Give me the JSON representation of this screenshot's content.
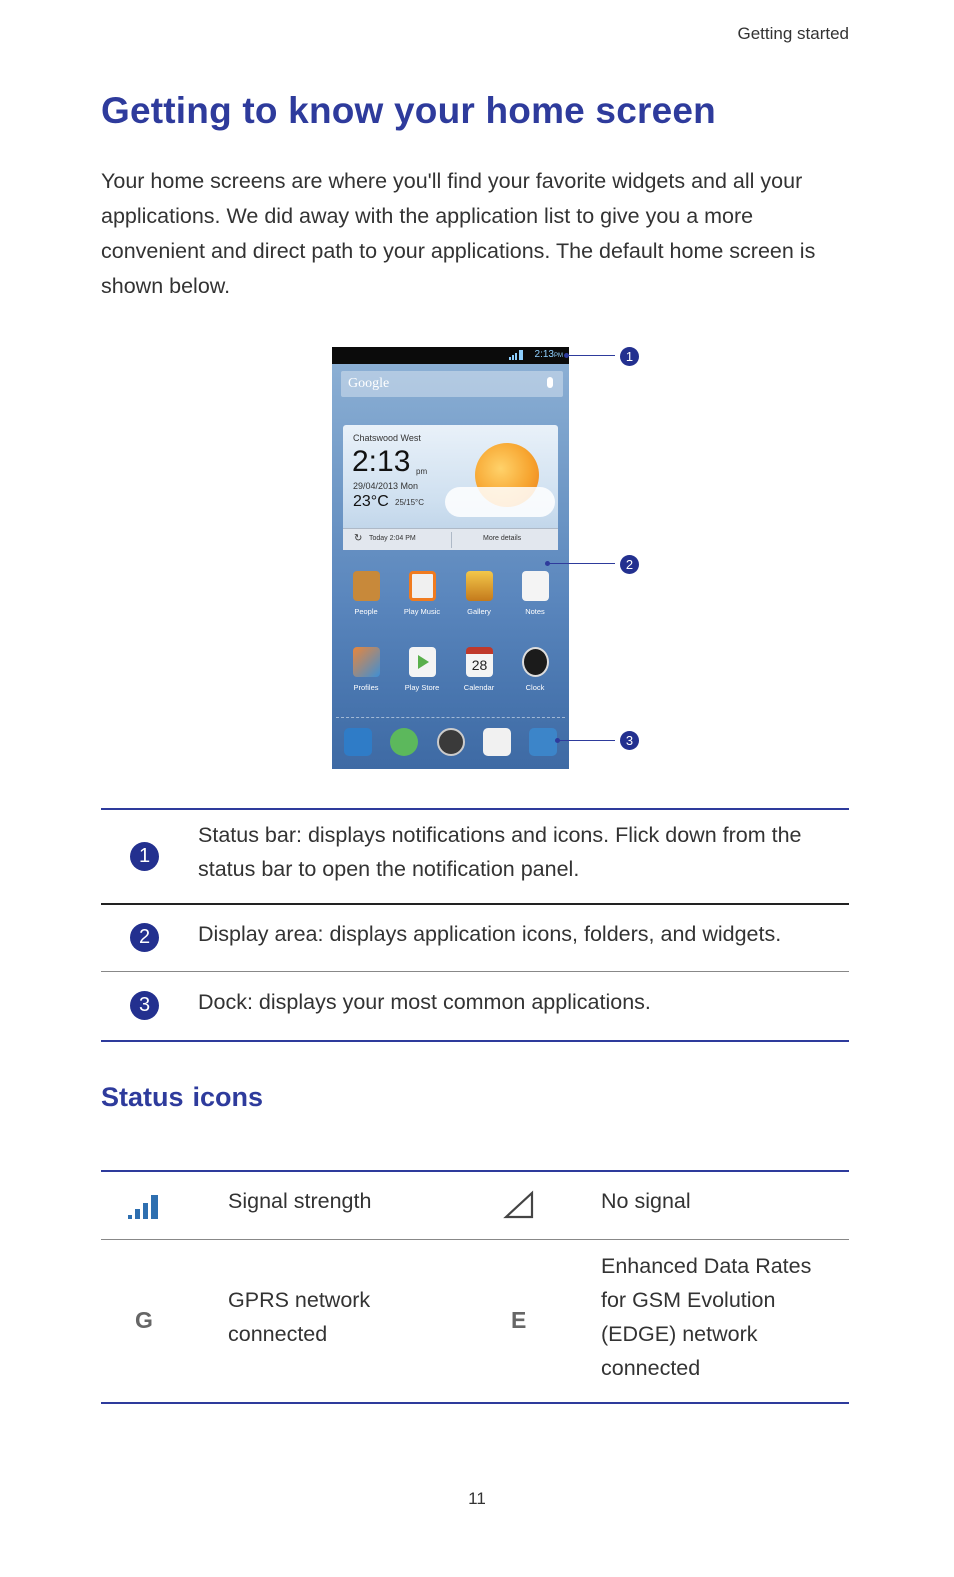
{
  "header": {
    "section": "Getting started"
  },
  "title": "Getting to know your home screen",
  "intro": "Your home screens are where you'll find your favorite widgets and all your applications. We did away with the application list to give you a more convenient and direct path to your applications. The default home screen is shown below.",
  "phone": {
    "status_time": "2:13",
    "status_pm": "PM",
    "search_word": "Google",
    "weather": {
      "location": "Chatswood West",
      "time": "2:13",
      "ampm": "pm",
      "date": "29/04/2013  Mon",
      "temp": "23°C",
      "range": "25/15°C",
      "today": "Today 2:04 PM",
      "more": "More details"
    },
    "apps_row1": [
      "People",
      "Play Music",
      "Gallery",
      "Notes"
    ],
    "apps_row2": [
      "Profiles",
      "Play Store",
      "Calendar",
      "Clock"
    ],
    "calendar_day": "28"
  },
  "callouts": [
    "1",
    "2",
    "3"
  ],
  "legend": [
    {
      "num": "1",
      "text": "Status bar: displays notifications and icons. Flick down from the status bar to open the notification panel."
    },
    {
      "num": "2",
      "text": "Display area: displays application icons, folders, and widgets."
    },
    {
      "num": "3",
      "text": "Dock: displays your most common applications."
    }
  ],
  "status_icons": {
    "title_word1": "Status",
    "title_word2": "icons",
    "rows": [
      {
        "left_icon": "signal-strength-icon",
        "left_label": "Signal strength",
        "right_icon": "no-signal-icon",
        "right_label": "No signal"
      },
      {
        "left_icon_text": "G",
        "left_label": "GPRS network connected",
        "right_icon_text": "E",
        "right_label": "Enhanced Data Rates for GSM Evolution (EDGE) network connected"
      }
    ]
  },
  "page_number": "11",
  "colors": {
    "accent": "#2e3b9c",
    "badge": "#23308f"
  }
}
